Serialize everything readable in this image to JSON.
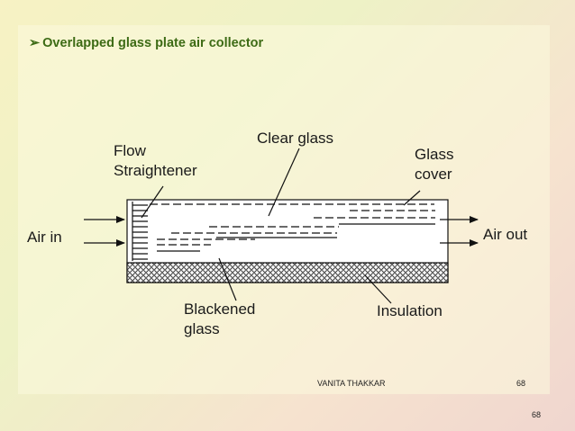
{
  "title": "Overlapped glass plate air collector",
  "labels": {
    "flow_straightener_1": "Flow",
    "flow_straightener_2": "Straightener",
    "clear_glass": "Clear glass",
    "glass_cover_1": "Glass",
    "glass_cover_2": "cover",
    "air_in": "Air in",
    "air_out": "Air out",
    "blackened_glass_1": "Blackened",
    "blackened_glass_2": "glass",
    "insulation": "Insulation"
  },
  "footer": {
    "author": "VANITA THAKKAR",
    "slide_number": "68",
    "page_number": "68"
  },
  "colors": {
    "title": "#3d6b15",
    "lines": "#1a1a1a"
  }
}
